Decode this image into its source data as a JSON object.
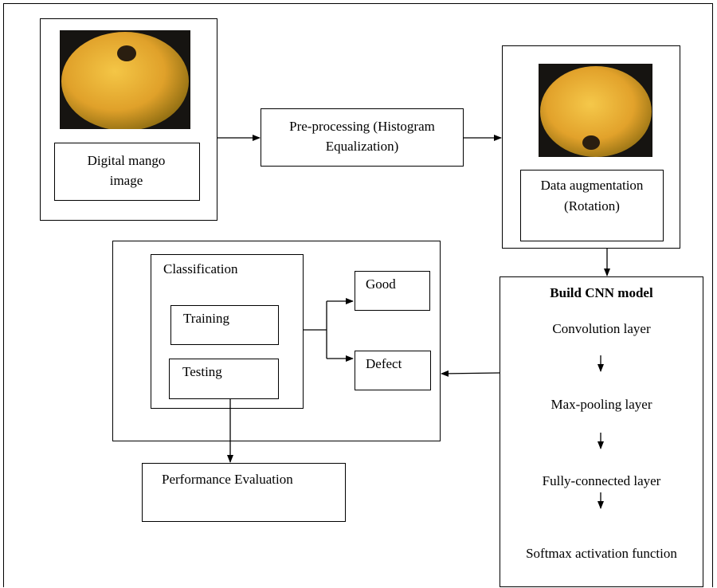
{
  "input": {
    "caption": "Digital mango image"
  },
  "preprocessing": {
    "label": "Pre-processing (Histogram Equalization)"
  },
  "augmentation": {
    "label": "Data augmentation (Rotation)"
  },
  "cnn": {
    "title": "Build CNN model",
    "layers": [
      "Convolution layer",
      "Max-pooling layer",
      "Fully-connected layer",
      "Softmax activation function"
    ]
  },
  "classification": {
    "title": "Classification",
    "training": "Training",
    "testing": "Testing"
  },
  "outputs": {
    "good": "Good",
    "defect": "Defect"
  },
  "evaluation": {
    "label": "Performance Evaluation"
  },
  "colors": {
    "mango_yellow": "#e6a92a",
    "mango_dark": "#7a5a12",
    "spot": "#2a1e10",
    "image_bg": "#161411"
  }
}
